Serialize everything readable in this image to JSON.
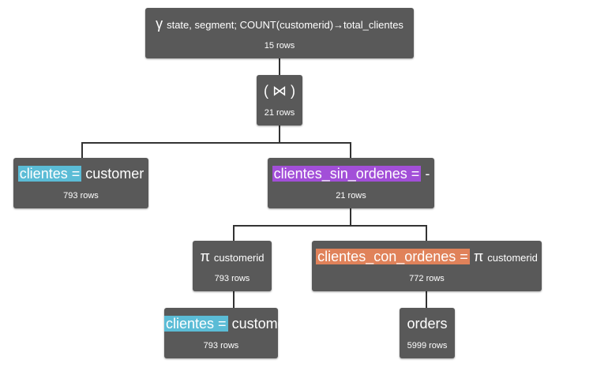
{
  "colors": {
    "node_bg": "#595959",
    "edge": "#333333",
    "highlight_cyan": "#5bbcd6",
    "highlight_purple": "#a24fd8",
    "highlight_orange": "#e0825a"
  },
  "nodes": {
    "group": {
      "symbol": "γ",
      "args": "state, segment; COUNT(customerid)→total_clientes",
      "rows": "15 rows"
    },
    "join": {
      "label": "( ⋈ )",
      "rows": "21 rows"
    },
    "clientes_top": {
      "alias": "clientes",
      "eq": "=",
      "table": "customer",
      "rows": "793 rows"
    },
    "diff": {
      "alias": "clientes_sin_ordenes",
      "eq": "=",
      "op": "-",
      "rows": "21 rows"
    },
    "proj_left": {
      "symbol": "π",
      "args": "customerid",
      "rows": "793 rows"
    },
    "proj_right": {
      "alias": "clientes_con_ordenes",
      "eq": "=",
      "symbol": "π",
      "args": "customerid",
      "rows": "772 rows"
    },
    "clientes_bottom": {
      "alias": "clientes",
      "eq": "=",
      "table": "customer",
      "rows": "793 rows"
    },
    "orders": {
      "table": "orders",
      "rows": "5999 rows"
    }
  }
}
